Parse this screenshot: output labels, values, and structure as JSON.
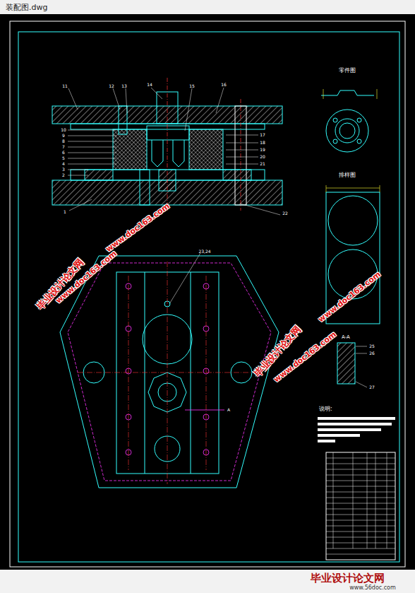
{
  "diagram": {
    "title": "装配图.dwg",
    "labels": [
      "毕业设计论文网",
      "www.doc163.com",
      "www.doc163.com",
      "www.doc163.com",
      "毕业设计论文网",
      "www.doc163.com",
      "毕业设计论文网",
      "www.56doc.com",
      "11",
      "12",
      "13",
      "14",
      "15",
      "16",
      "10",
      "9",
      "8",
      "7",
      "6",
      "5",
      "4",
      "3",
      "2",
      "1",
      "17",
      "18",
      "19",
      "20",
      "21",
      "22",
      "23,24",
      "A",
      "零件图",
      "排样图",
      "A-A",
      "25",
      "26",
      "27",
      "说明:"
    ]
  }
}
